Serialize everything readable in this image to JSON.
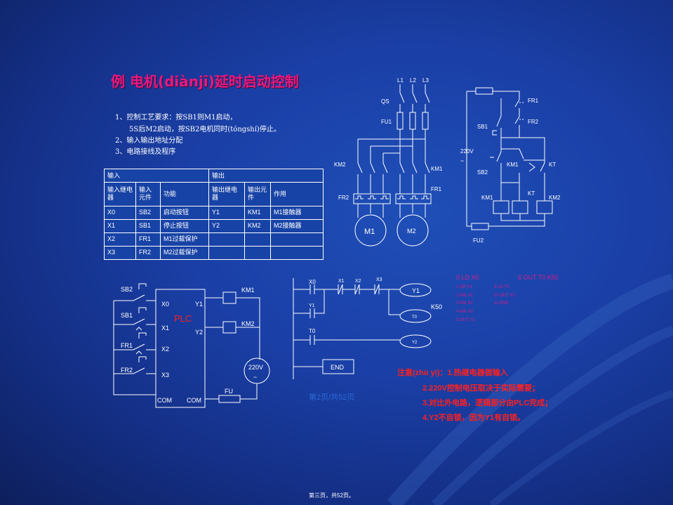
{
  "title": "例 电机(diànjī)延时启动控制",
  "requirements": [
    "1、控制工艺要求：按SB1则M1启动，",
    "5S后M2启动，按SB2电机同时(tóngshí)停止。",
    "2、输入输出地址分配",
    "3、电路接线及程序"
  ],
  "io_table": {
    "group_input": "输入",
    "group_output": "输出",
    "headers": [
      "输入继电器",
      "输入元件",
      "功能",
      "输出继电器",
      "输出元件",
      "作用"
    ],
    "rows": [
      [
        "X0",
        "SB2",
        "启动按钮",
        "Y1",
        "KM1",
        "M1接触器"
      ],
      [
        "X1",
        "SB1",
        "停止按钮",
        "Y2",
        "KM2",
        "M2接触器"
      ],
      [
        "X2",
        "FR1",
        "M1过载保护",
        "",
        "",
        ""
      ],
      [
        "X3",
        "FR2",
        "M2过载保护",
        "",
        "",
        ""
      ]
    ]
  },
  "main_circuit": {
    "phases": [
      "L1",
      "L2",
      "L3"
    ],
    "qs": "QS",
    "fu1": "FU1",
    "km2": "KM2",
    "km1": "KM1",
    "fr2": "FR2",
    "fr1": "FR1",
    "m1": "M1",
    "m2": "M2"
  },
  "control_circuit": {
    "fr1": "FR1",
    "fr2": "FR2",
    "sb1": "SB1",
    "voltage": "220V",
    "tilde": "~",
    "sb2": "SB2",
    "km1": "KM1",
    "kt": "KT",
    "km1b": "KM1",
    "ktb": "KT",
    "km2": "KM2",
    "fu2": "FU2"
  },
  "plc_wiring": {
    "sb2": "SB2",
    "sb1": "SB1",
    "fr1": "FR1",
    "fr2": "FR2",
    "plc": "PLC",
    "x0": "X0",
    "x1": "X1",
    "x2": "X2",
    "x3": "X3",
    "y1": "Y1",
    "y2": "Y2",
    "com_left": "COM",
    "com_right": "COM",
    "km1": "KM1",
    "km2": "KM2",
    "voltage": "220V",
    "tilde": "~",
    "fu": "FU"
  },
  "ladder": {
    "x0": "X0",
    "x1": "X1",
    "x2": "X2",
    "x3": "X3",
    "y1_contact": "Y1",
    "t0_contact": "T0",
    "coil_y1": "Y1",
    "coil_t0": "T0",
    "coil_y2": "Y2",
    "k50": "K50",
    "end": "END"
  },
  "instructions": {
    "col1": [
      "0 LD X0",
      "1 OR Y1",
      "2 ANI X1",
      "3 ANI X2",
      "4 ANI X3",
      "5 OUT Y1"
    ],
    "col2": [
      "6 OUT T0 K50",
      "9 LD T0",
      "10 OUT Y2",
      "11 END"
    ]
  },
  "notes": [
    "注意(zhù yì)：1.热继电器做输入",
    "2.220V控制电压取决于实际需要；",
    "3.对比外电路，逻辑部分由PLC完成；",
    "4.Y2不自锁，因为Y1有自锁。"
  ],
  "page_mid": "第2页/共52页",
  "page_bottom": "第三页，共52页。",
  "colors": {
    "title": "#e8197f",
    "notes": "#ff2020",
    "plc": "#ff2020",
    "instr": "#d0208a",
    "bg": "#1a3fa6"
  }
}
